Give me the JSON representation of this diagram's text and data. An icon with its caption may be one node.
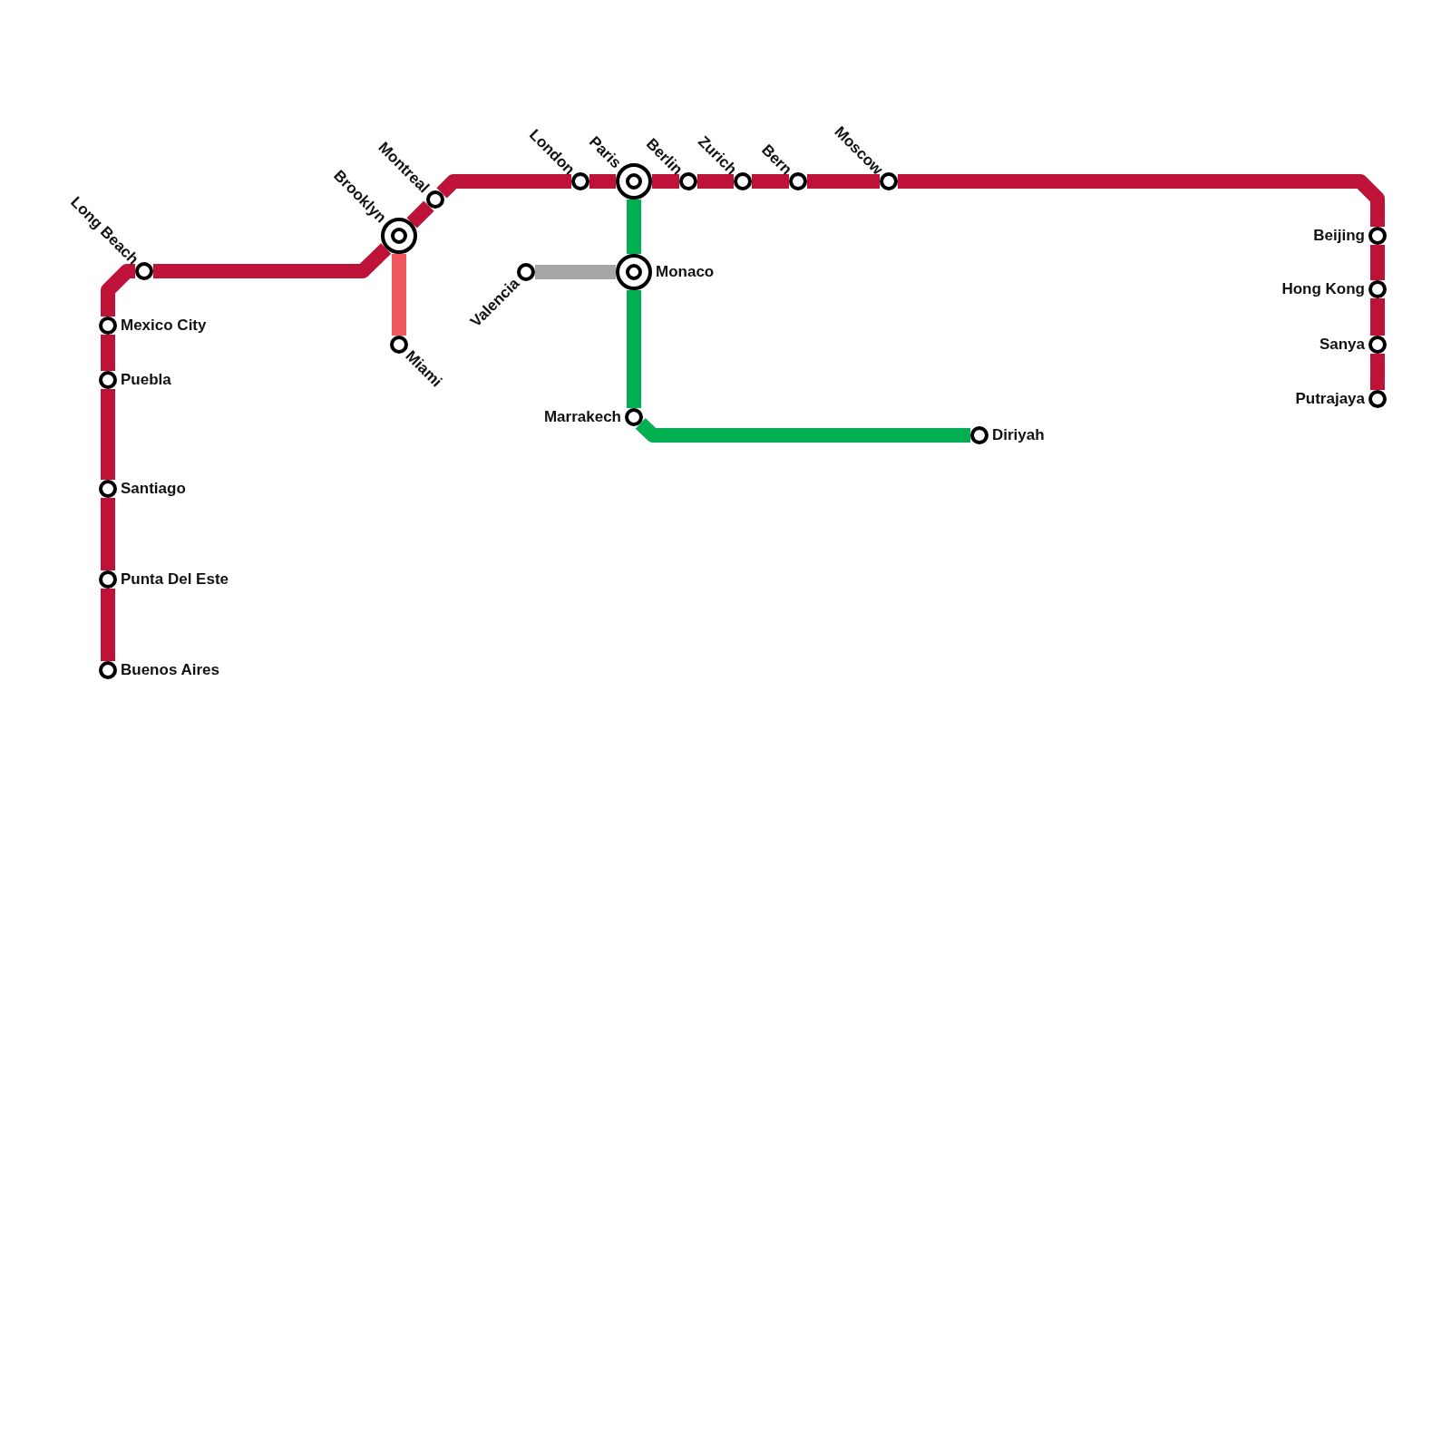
{
  "diagram": {
    "nodes": [
      {
        "text": [
          "Long Beach"
        ]
      },
      {
        "text": [
          "Mexico City"
        ]
      },
      {
        "text": [
          "Puebla"
        ]
      },
      {
        "text": [
          "Santiago"
        ]
      },
      {
        "text": [
          "Punta Del Este"
        ]
      },
      {
        "text": [
          "Buenos Aires"
        ]
      },
      {
        "text": [
          "Brooklyn"
        ]
      },
      {
        "text": [
          "Miami"
        ]
      },
      {
        "text": [
          "Montreal"
        ]
      },
      {
        "text": [
          "Valencia"
        ]
      },
      {
        "text": [
          "London"
        ]
      },
      {
        "text": [
          "Paris"
        ]
      },
      {
        "text": [
          "Monaco"
        ]
      },
      {
        "text": [
          "Marrakech"
        ]
      },
      {
        "text": [
          "Berlin"
        ]
      },
      {
        "text": [
          "Zurich"
        ]
      },
      {
        "text": [
          "Bern"
        ]
      },
      {
        "text": [
          "Moscow"
        ]
      },
      {
        "text": [
          "Diriyah"
        ]
      },
      {
        "text": [
          "Beijing"
        ]
      },
      {
        "text": [
          "Hong Kong"
        ]
      },
      {
        "text": [
          "Sanya"
        ]
      },
      {
        "text": [
          "Putrajaya"
        ]
      }
    ],
    "edges": [
      {
        "from": 5,
        "to": 4,
        "arrow": "none"
      },
      {
        "from": 4,
        "to": 3,
        "arrow": "none"
      },
      {
        "from": 3,
        "to": 2,
        "arrow": "none"
      },
      {
        "from": 2,
        "to": 1,
        "arrow": "none"
      },
      {
        "from": 1,
        "to": 0,
        "arrow": "none"
      },
      {
        "from": 0,
        "to": 6,
        "arrow": "none"
      },
      {
        "from": 6,
        "to": 8,
        "arrow": "none"
      },
      {
        "from": 8,
        "to": 10,
        "arrow": "none"
      },
      {
        "from": 10,
        "to": 11,
        "arrow": "none"
      },
      {
        "from": 11,
        "to": 14,
        "arrow": "none"
      },
      {
        "from": 14,
        "to": 15,
        "arrow": "none"
      },
      {
        "from": 15,
        "to": 16,
        "arrow": "none"
      },
      {
        "from": 16,
        "to": 17,
        "arrow": "none"
      },
      {
        "from": 17,
        "to": 19,
        "arrow": "none"
      },
      {
        "from": 19,
        "to": 20,
        "arrow": "none"
      },
      {
        "from": 20,
        "to": 21,
        "arrow": "none"
      },
      {
        "from": 21,
        "to": 22,
        "arrow": "none"
      },
      {
        "from": 6,
        "to": 7,
        "arrow": "none",
        "color": "#f05a5f"
      },
      {
        "from": 11,
        "to": 12,
        "arrow": "none",
        "color": "#00b050"
      },
      {
        "from": 12,
        "to": 13,
        "arrow": "none",
        "color": "#00b050"
      },
      {
        "from": 13,
        "to": 18,
        "arrow": "none",
        "color": "#00b050"
      },
      {
        "from": 9,
        "to": 12,
        "arrow": "none",
        "color": "#a6a6a6"
      }
    ]
  }
}
